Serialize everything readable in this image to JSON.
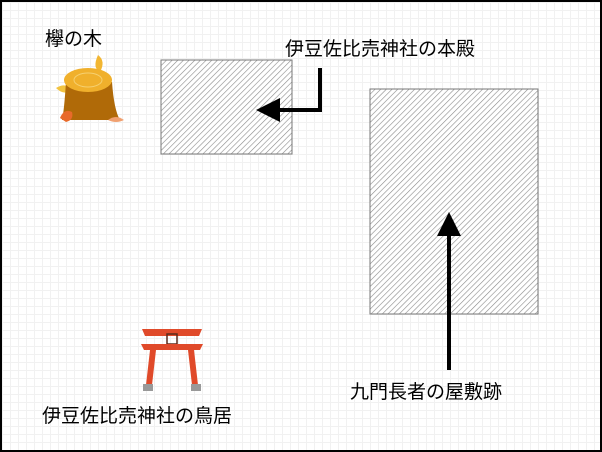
{
  "labels": {
    "keyaki_tree": "欅の木",
    "main_hall": "伊豆佐比売神社の本殿",
    "residence_ruins": "九門長者の屋敷跡",
    "torii": "伊豆佐比売神社の鳥居"
  },
  "colors": {
    "hatch": "#888888",
    "torii": "#e04a2a",
    "stump": "#b86f0a"
  }
}
